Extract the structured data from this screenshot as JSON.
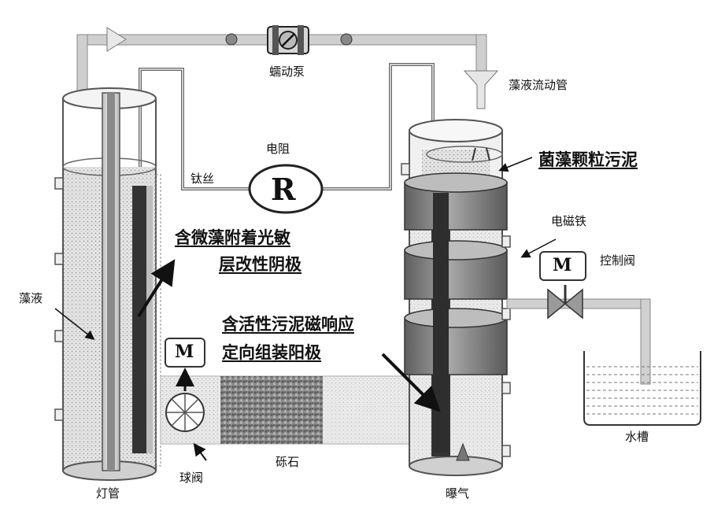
{
  "labels": {
    "peristaltic_pump": "蠕动泵",
    "algae_flow_tube": "藻液流动管",
    "resistor": "电阻",
    "resistor_symbol": "R",
    "titanium_wire": "钛丝",
    "algae_bacteria_sludge": "菌藻颗粒污泥",
    "electromagnet": "电磁铁",
    "control_valve": "控制阀",
    "motor_symbol_right": "M",
    "motor_symbol_left": "M",
    "photocathode_line1": "含微藻附着光敏",
    "photocathode_line2": "层改性阴极",
    "anode_line1": "含活性污泥磁响应",
    "anode_line2": "定向组装阳极",
    "algae_liquid": "藻液",
    "lamp_tube": "灯管",
    "ball_valve": "球阀",
    "gravel": "砾石",
    "aeration": "曝气",
    "water_tank": "水槽"
  },
  "colors": {
    "pipe": "#c8c8c8",
    "dark_band": "#7a7a7a",
    "electrode": "#3a3a3a",
    "liquid": "#d9d9d9"
  }
}
